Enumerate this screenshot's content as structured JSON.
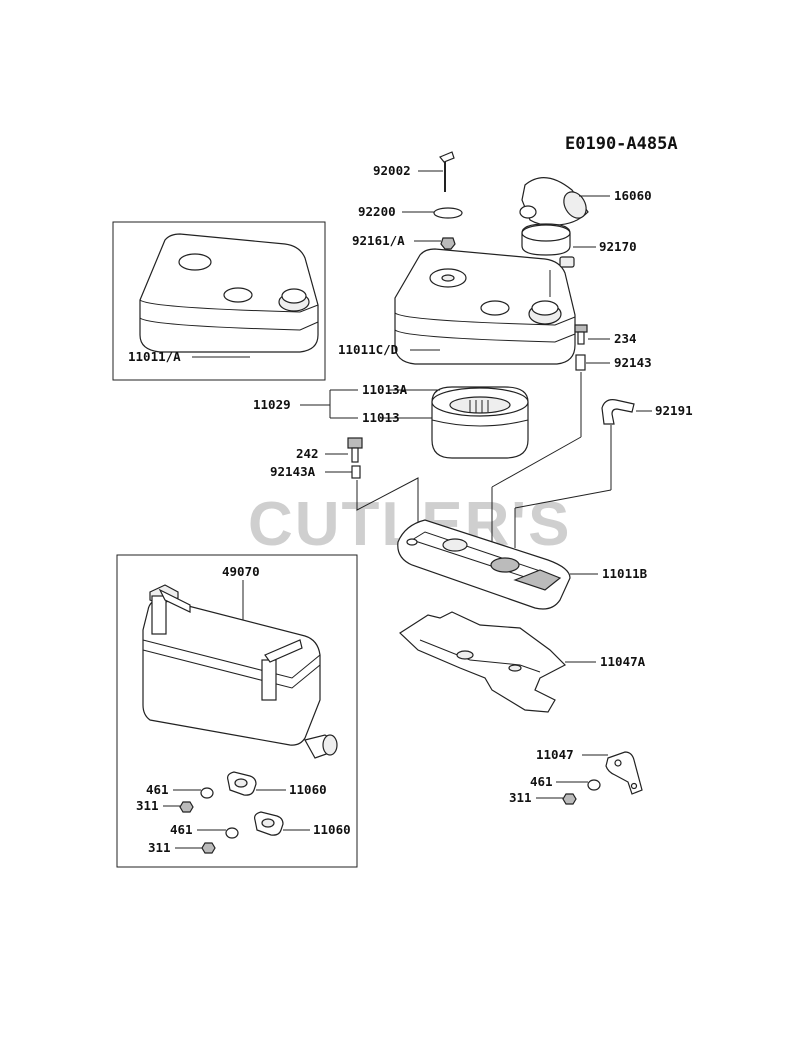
{
  "diagram_code": "E0190-A485A",
  "watermark": "CUTLER'S",
  "labels": {
    "p92002": "92002",
    "p92200": "92200",
    "p92161a": "92161/A",
    "p16060": "16060",
    "p92170": "92170",
    "p11011a": "11011/A",
    "p11011cd": "11011C/D",
    "p234": "234",
    "p92143": "92143",
    "p11029": "11029",
    "p11013a": "11013A",
    "p11013": "11013",
    "p92191": "92191",
    "p242": "242",
    "p92143a": "92143A",
    "p11011b": "11011B",
    "p49070": "49070",
    "p11047a": "11047A",
    "p11047": "11047",
    "p461_r": "461",
    "p311_r": "311",
    "p461_1": "461",
    "p311_1": "311",
    "p11060_1": "11060",
    "p461_2": "461",
    "p311_2": "311",
    "p11060_2": "11060"
  }
}
